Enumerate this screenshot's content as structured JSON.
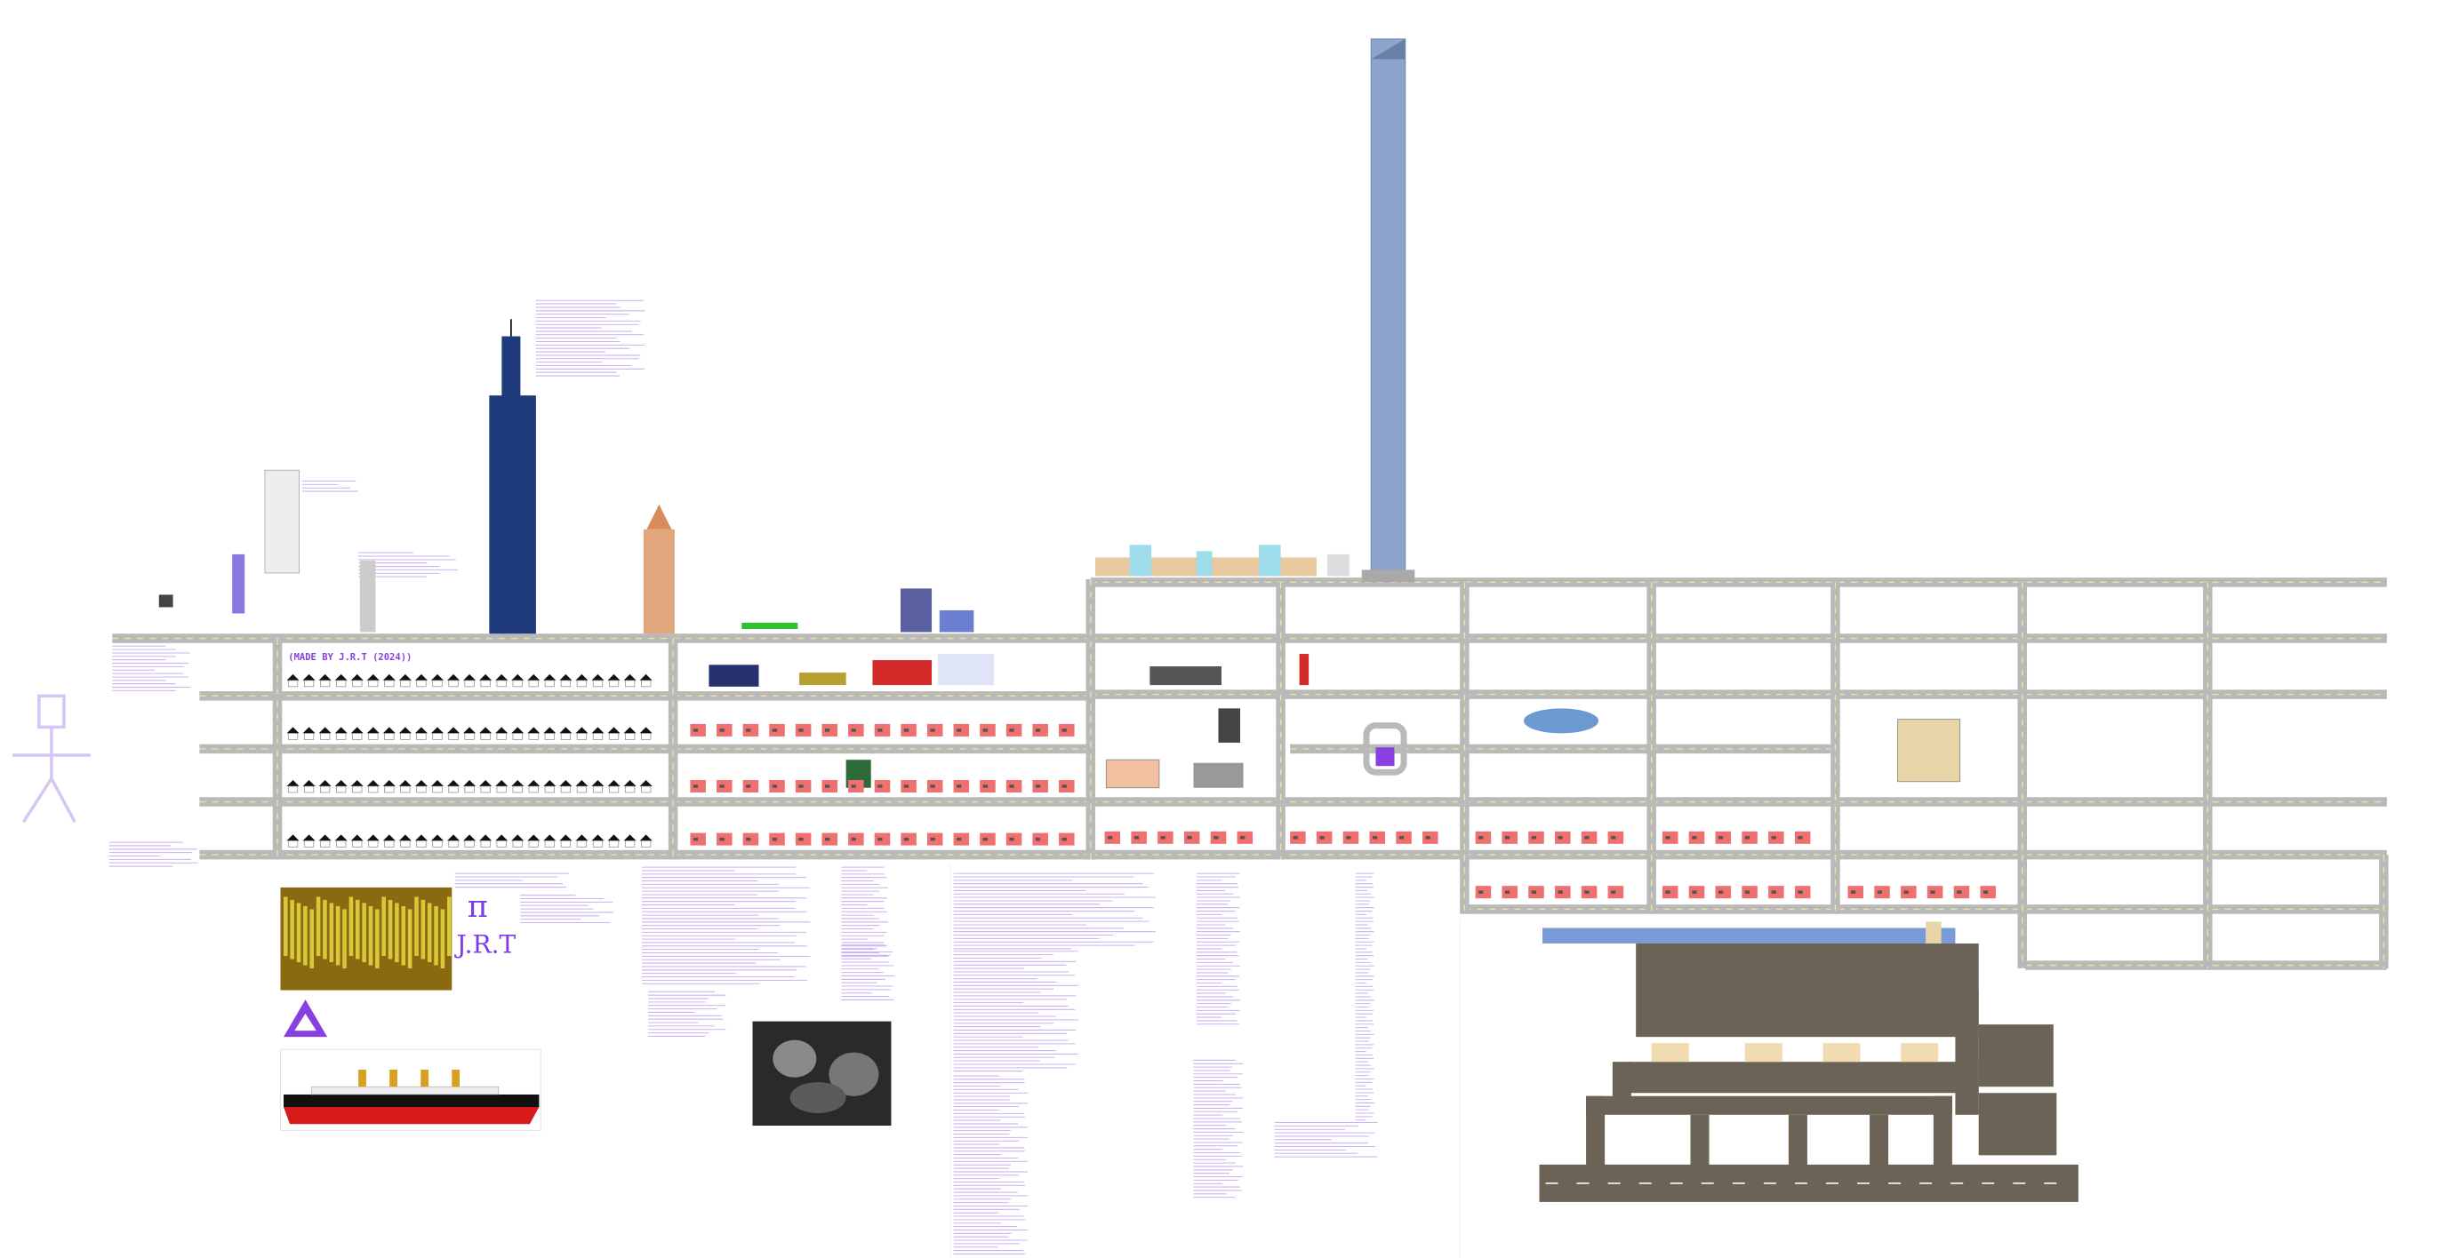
{
  "canvas": {
    "kind": "city map drawing"
  },
  "credit": {
    "text": "(MADE BY J.R.T (2024))"
  },
  "signature": {
    "symbol": "π",
    "initials": "J.R.T"
  },
  "colors": {
    "road": "#b9b9b9",
    "road_line": "#e8e6a0",
    "skyscraper_dark": "#1f3a7a",
    "skyscraper_tall": "#8ea4cc",
    "tower_orange": "#e2a67c",
    "house_red": "#f07070",
    "lake": "#6a9ad0",
    "airport_pavement": "#6b6456",
    "annotation": "#c9b3f0",
    "purple": "#8a3fe0"
  }
}
